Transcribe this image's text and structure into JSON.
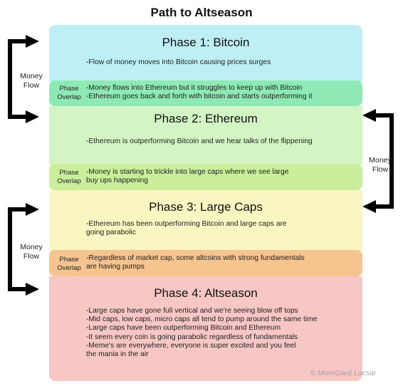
{
  "title": "Path to Altseason",
  "phases": [
    {
      "title": "Phase 1: Bitcoin",
      "lines": [
        "-Flow of money moves into Bitcoin causing prices surges"
      ],
      "color": "#bdeff5"
    },
    {
      "title": "Phase 2: Ethereum",
      "lines": [
        "-Ethereum is outperforming Bitcoin and we hear talks of the flippening"
      ],
      "color": "#d2f5c3"
    },
    {
      "title": "Phase 3: Large Caps",
      "lines": [
        "-Ethereum has been outperforming Bitcoin and large caps are",
        "going parabolic"
      ],
      "color": "#f9f6c2"
    },
    {
      "title": "Phase 4: Altseason",
      "lines": [
        "-Large caps have gone full vertical and we're seeing blow off tops",
        "-Mid caps, low caps, micro caps all tend to pump around the same time",
        "-Large caps have been outperforming Bitcoin and Ethereum",
        "-It seem every coin is going parabolic regardless of fundamentals",
        "-Meme's are everywhere, everyone is super excited and you feel",
        "the mania in the air"
      ],
      "color": "#f7c7c5"
    }
  ],
  "overlaps": [
    {
      "label": [
        "Phase",
        "Overlap"
      ],
      "lines": [
        "-Money flows into Ethereum but it struggles to keep up with Bitcoin",
        "-Ethereum goes back and forth with bitcoin and starts outperforming it"
      ],
      "color": "#8ee9b4"
    },
    {
      "label": [
        "Phase",
        "Overlap"
      ],
      "lines": [
        "-Money is starting to trickle into large caps where we see large",
        "buy ups happening"
      ],
      "color": "#c9ef9a"
    },
    {
      "label": [
        "Phase",
        "Overlap"
      ],
      "lines": [
        "-Regardless of market cap, some altcoins with strong fundamentals",
        "are having pumps"
      ],
      "color": "#f6c48e"
    }
  ],
  "money_flow": [
    {
      "label": [
        "Money",
        "Flow"
      ]
    },
    {
      "label": [
        "Money",
        "Flow"
      ]
    },
    {
      "label": [
        "Money",
        "Flow"
      ]
    }
  ],
  "watermark": "© MoreGard Lucsar",
  "colors": {
    "arrow": "#000000"
  }
}
